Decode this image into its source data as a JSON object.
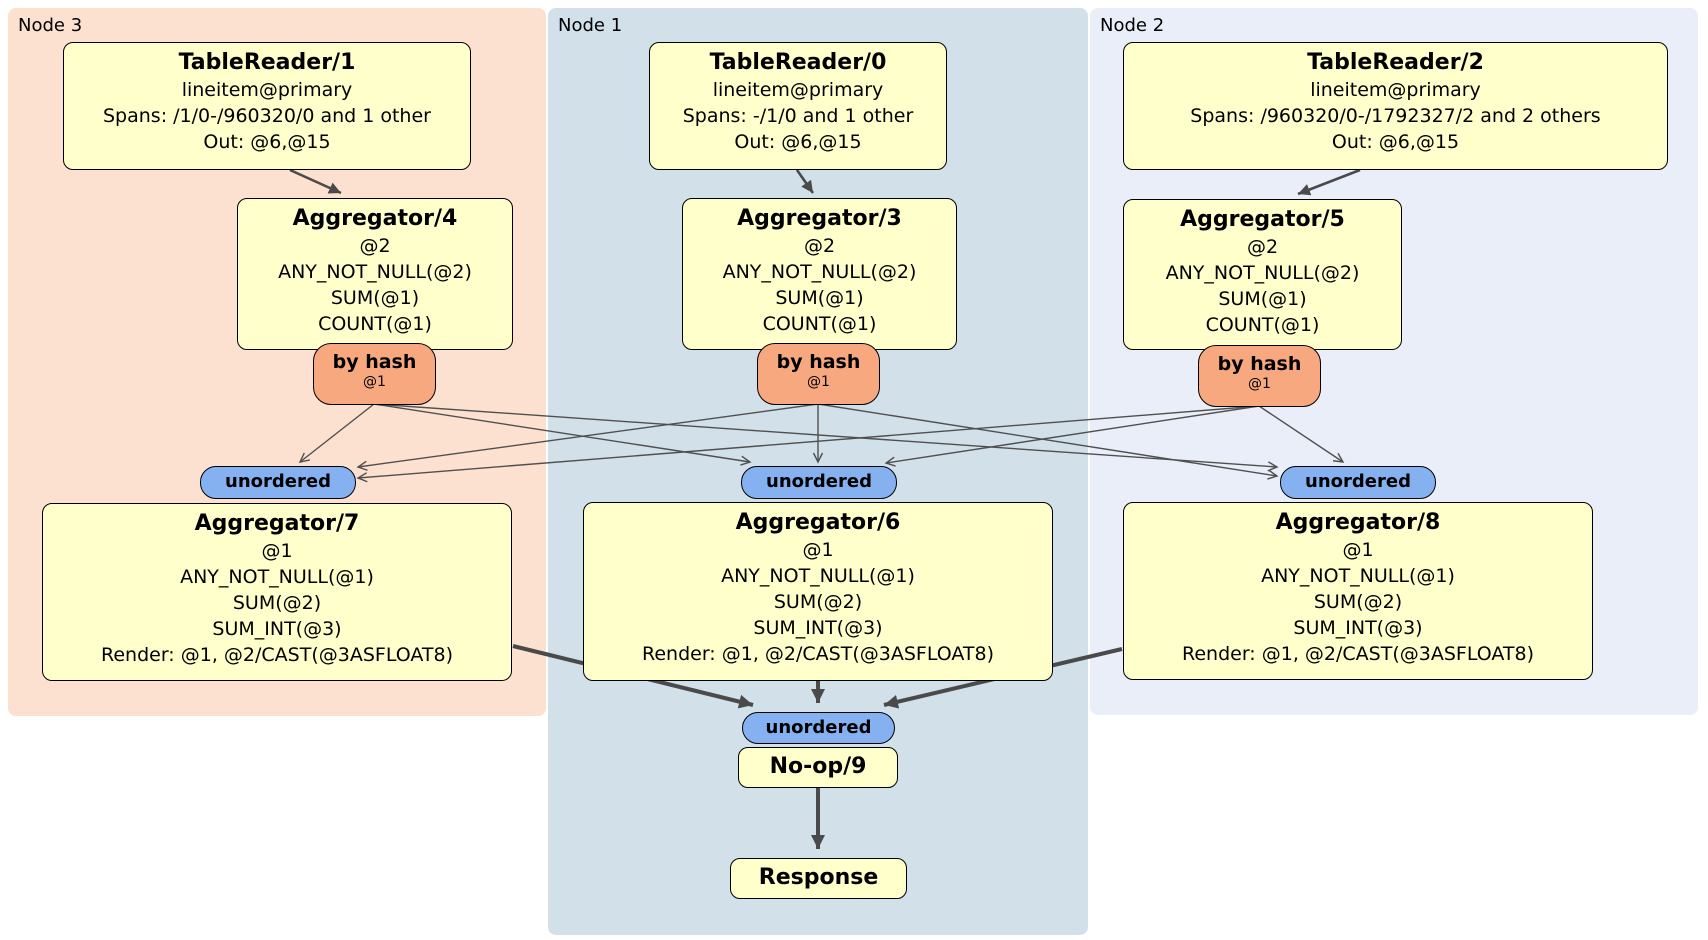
{
  "regions": {
    "node3": {
      "label": "Node 3"
    },
    "node1": {
      "label": "Node 1"
    },
    "node2": {
      "label": "Node 2"
    }
  },
  "processors": {
    "tr1": {
      "title": "TableReader/1",
      "lines": [
        "lineitem@primary",
        "Spans: /1/0-/960320/0 and 1 other",
        "Out: @6,@15"
      ]
    },
    "tr0": {
      "title": "TableReader/0",
      "lines": [
        "lineitem@primary",
        "Spans: -/1/0 and 1 other",
        "Out: @6,@15"
      ]
    },
    "tr2": {
      "title": "TableReader/2",
      "lines": [
        "lineitem@primary",
        "Spans: /960320/0-/1792327/2 and 2 others",
        "Out: @6,@15"
      ]
    },
    "agg4": {
      "title": "Aggregator/4",
      "lines": [
        "@2",
        "ANY_NOT_NULL(@2)",
        "SUM(@1)",
        "COUNT(@1)"
      ]
    },
    "agg3": {
      "title": "Aggregator/3",
      "lines": [
        "@2",
        "ANY_NOT_NULL(@2)",
        "SUM(@1)",
        "COUNT(@1)"
      ]
    },
    "agg5": {
      "title": "Aggregator/5",
      "lines": [
        "@2",
        "ANY_NOT_NULL(@2)",
        "SUM(@1)",
        "COUNT(@1)"
      ]
    },
    "agg7": {
      "title": "Aggregator/7",
      "lines": [
        "@1",
        "ANY_NOT_NULL(@1)",
        "SUM(@2)",
        "SUM_INT(@3)",
        "Render: @1, @2/CAST(@3ASFLOAT8)"
      ]
    },
    "agg6": {
      "title": "Aggregator/6",
      "lines": [
        "@1",
        "ANY_NOT_NULL(@1)",
        "SUM(@2)",
        "SUM_INT(@3)",
        "Render: @1, @2/CAST(@3ASFLOAT8)"
      ]
    },
    "agg8": {
      "title": "Aggregator/8",
      "lines": [
        "@1",
        "ANY_NOT_NULL(@1)",
        "SUM(@2)",
        "SUM_INT(@3)",
        "Render: @1, @2/CAST(@3ASFLOAT8)"
      ]
    },
    "noop9": {
      "title": "No-op/9"
    },
    "response": {
      "title": "Response"
    }
  },
  "routers": {
    "bh4": {
      "label": "by hash",
      "detail": "@1"
    },
    "bh3": {
      "label": "by hash",
      "detail": "@1"
    },
    "bh5": {
      "label": "by hash",
      "detail": "@1"
    }
  },
  "synchronizers": {
    "un7": {
      "label": "unordered"
    },
    "un6": {
      "label": "unordered"
    },
    "un8": {
      "label": "unordered"
    },
    "un9": {
      "label": "unordered"
    }
  },
  "colors": {
    "node3_bg": "#fce0d0",
    "node1_bg": "#d2e0ea",
    "node2_bg": "#e9eef8",
    "box_bg": "#ffffcc",
    "router_bg": "#f8a87e",
    "sync_bg": "#85b1f0",
    "edge": "#4a4a4a"
  }
}
